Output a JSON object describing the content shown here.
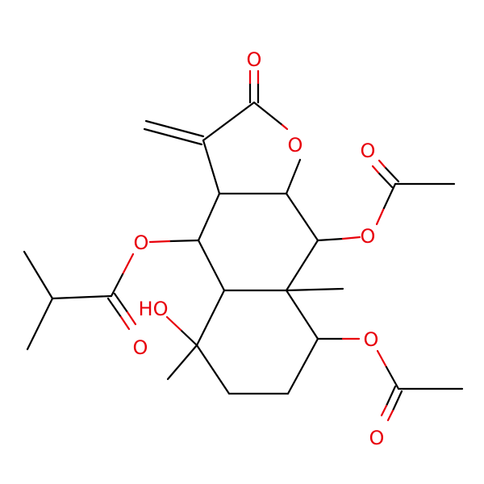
{
  "molecule": {
    "atoms": {
      "o_carbonyl_lactone": "O",
      "o_ring_lactone": "O",
      "o_acetate1_carbonyl": "O",
      "o_acetate1_ester": "O",
      "o_isobutyrate_ester": "O",
      "o_isobutyrate_carbonyl": "O",
      "o_hydroxyl": "HO",
      "o_acetate2_ester": "O",
      "o_acetate2_carbonyl": "O"
    },
    "colors": {
      "bond": "#000000",
      "oxygen": "#e8000b",
      "background": "#ffffff"
    }
  }
}
